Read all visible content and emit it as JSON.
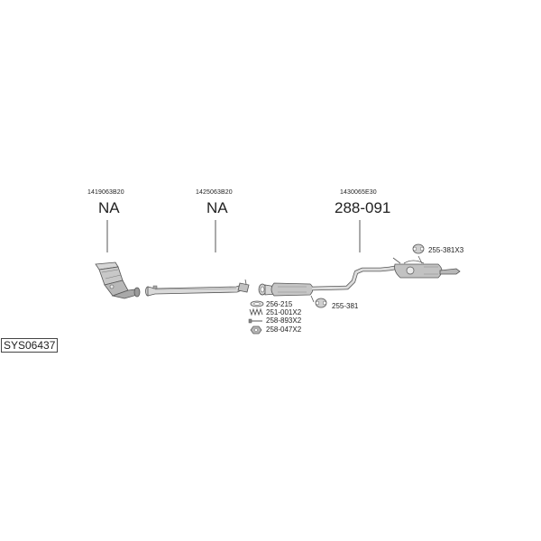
{
  "assembly": {
    "system_code": "SYS06437"
  },
  "sections": [
    {
      "key": "front",
      "oem_number": "1419063B20",
      "part_number": "NA"
    },
    {
      "key": "middle",
      "oem_number": "1425063B20",
      "part_number": "NA"
    },
    {
      "key": "rear",
      "oem_number": "1430065E30",
      "part_number": "288-091"
    }
  ],
  "accessories": [
    {
      "code": "255-381X3",
      "icon": "rubber-hanger-icon"
    },
    {
      "code": "255-381",
      "icon": "rubber-hanger-icon"
    },
    {
      "code": "256-215",
      "icon": "gasket-ring-icon"
    },
    {
      "code": "251-001X2",
      "icon": "spring-icon"
    },
    {
      "code": "258-893X2",
      "icon": "bolt-icon"
    },
    {
      "code": "258-047X2",
      "icon": "nut-icon"
    }
  ],
  "colors": {
    "line": "#555555",
    "part_fill": "#bfbfbf",
    "part_dark": "#7a7a7a",
    "text": "#222222"
  }
}
